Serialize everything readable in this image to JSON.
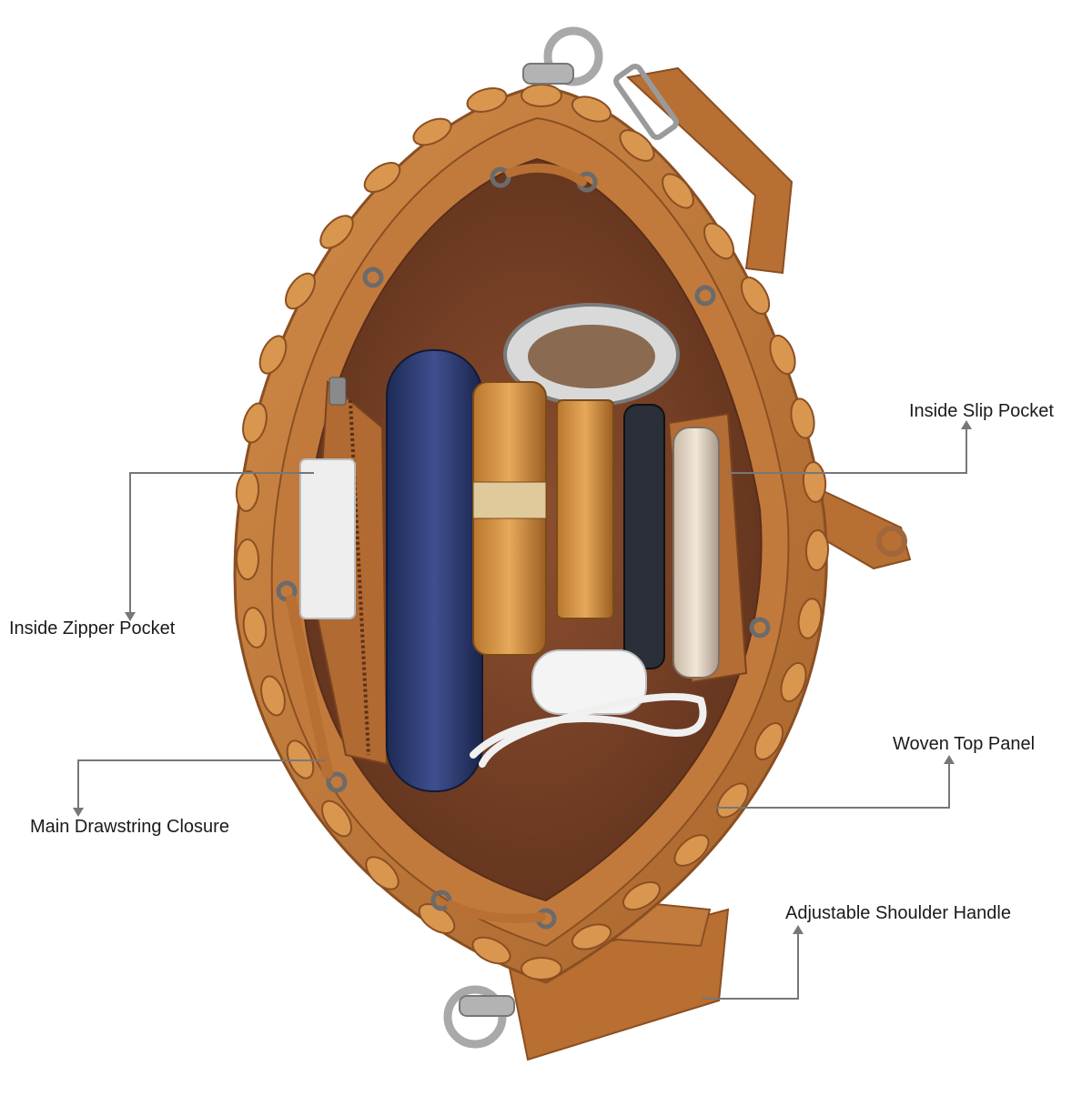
{
  "image": {
    "subject": "bag-interior-photo",
    "colors": {
      "leather": "#c07a3c",
      "leather_dark": "#8a4f22",
      "lining": "#9b5a38",
      "lining_dark": "#6e3a22",
      "metal": "#b8b8b8",
      "callout_line": "#777777",
      "text": "#1a1a1a"
    }
  },
  "callouts": {
    "inside_slip_pocket": "Inside Slip Pocket",
    "inside_zipper_pocket": "Inside Zipper Pocket",
    "woven_top_panel": "Woven Top Panel",
    "main_drawstring_closure": "Main Drawstring Closure",
    "adjustable_shoulder_handle": "Adjustable Shoulder Handle"
  },
  "icons": {
    "pointer": "arrowhead-icon"
  }
}
